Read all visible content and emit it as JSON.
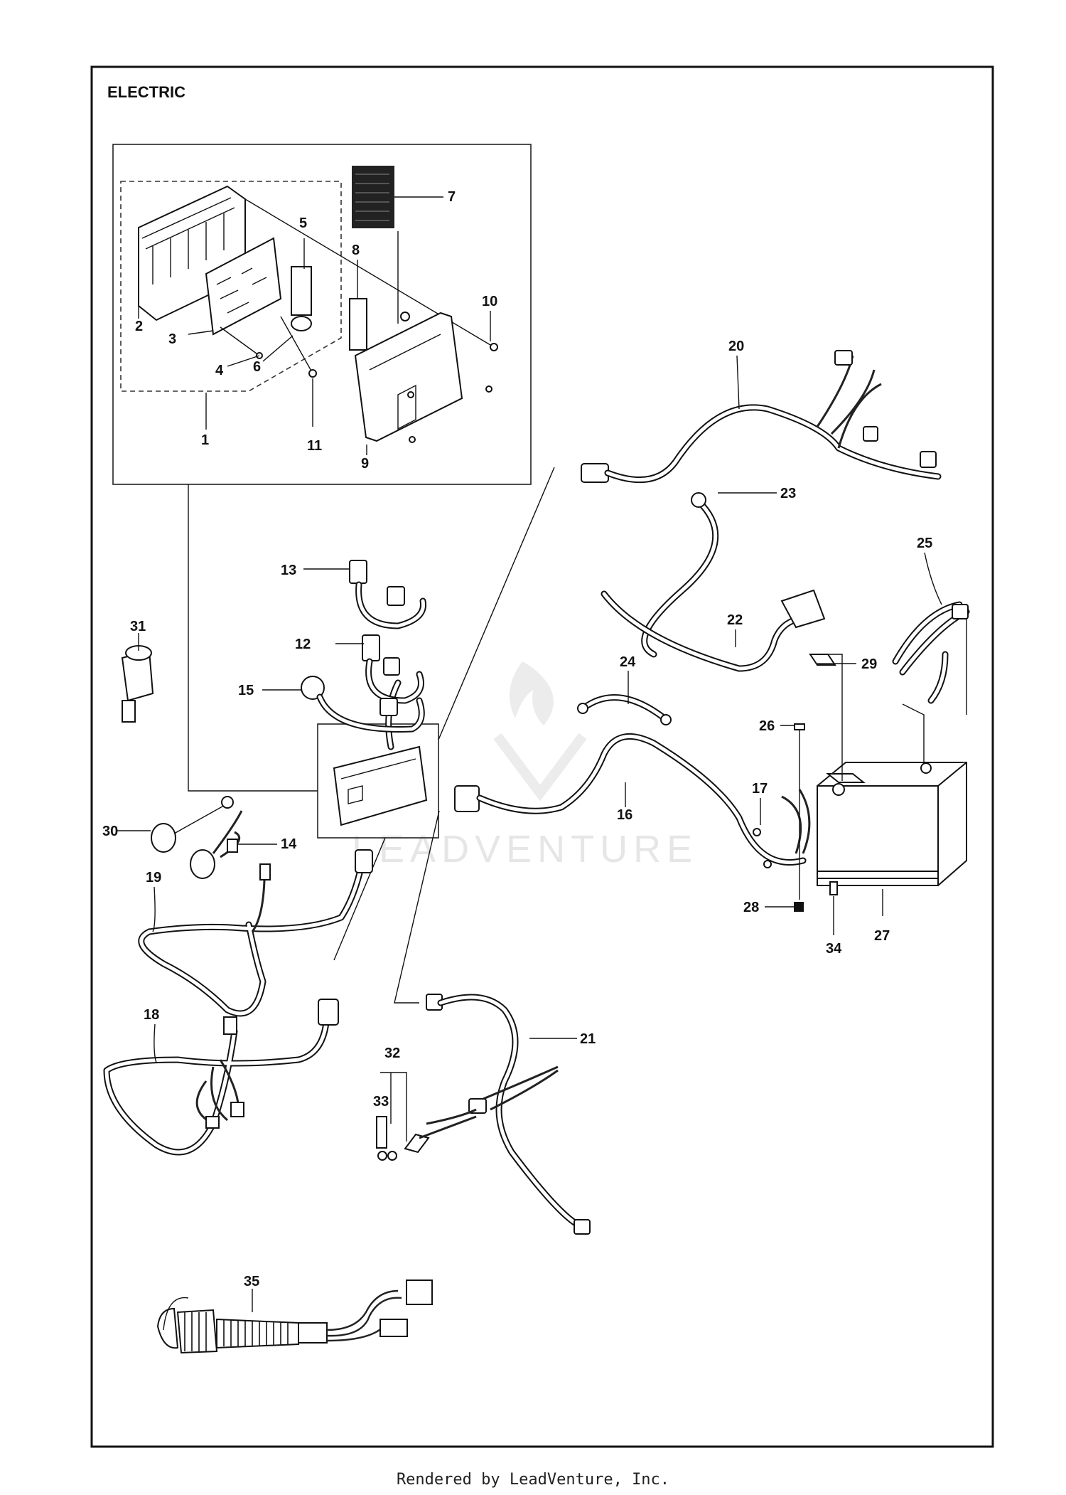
{
  "title": "ELECTRIC",
  "watermark": "LEADVENTURE",
  "footer": "Rendered by LeadVenture, Inc.",
  "callouts": [
    "1",
    "2",
    "3",
    "4",
    "5",
    "6",
    "7",
    "8",
    "9",
    "10",
    "11",
    "12",
    "13",
    "14",
    "15",
    "16",
    "17",
    "18",
    "19",
    "20",
    "21",
    "22",
    "23",
    "24",
    "25",
    "26",
    "27",
    "28",
    "29",
    "30",
    "31",
    "32",
    "33",
    "34",
    "35"
  ]
}
